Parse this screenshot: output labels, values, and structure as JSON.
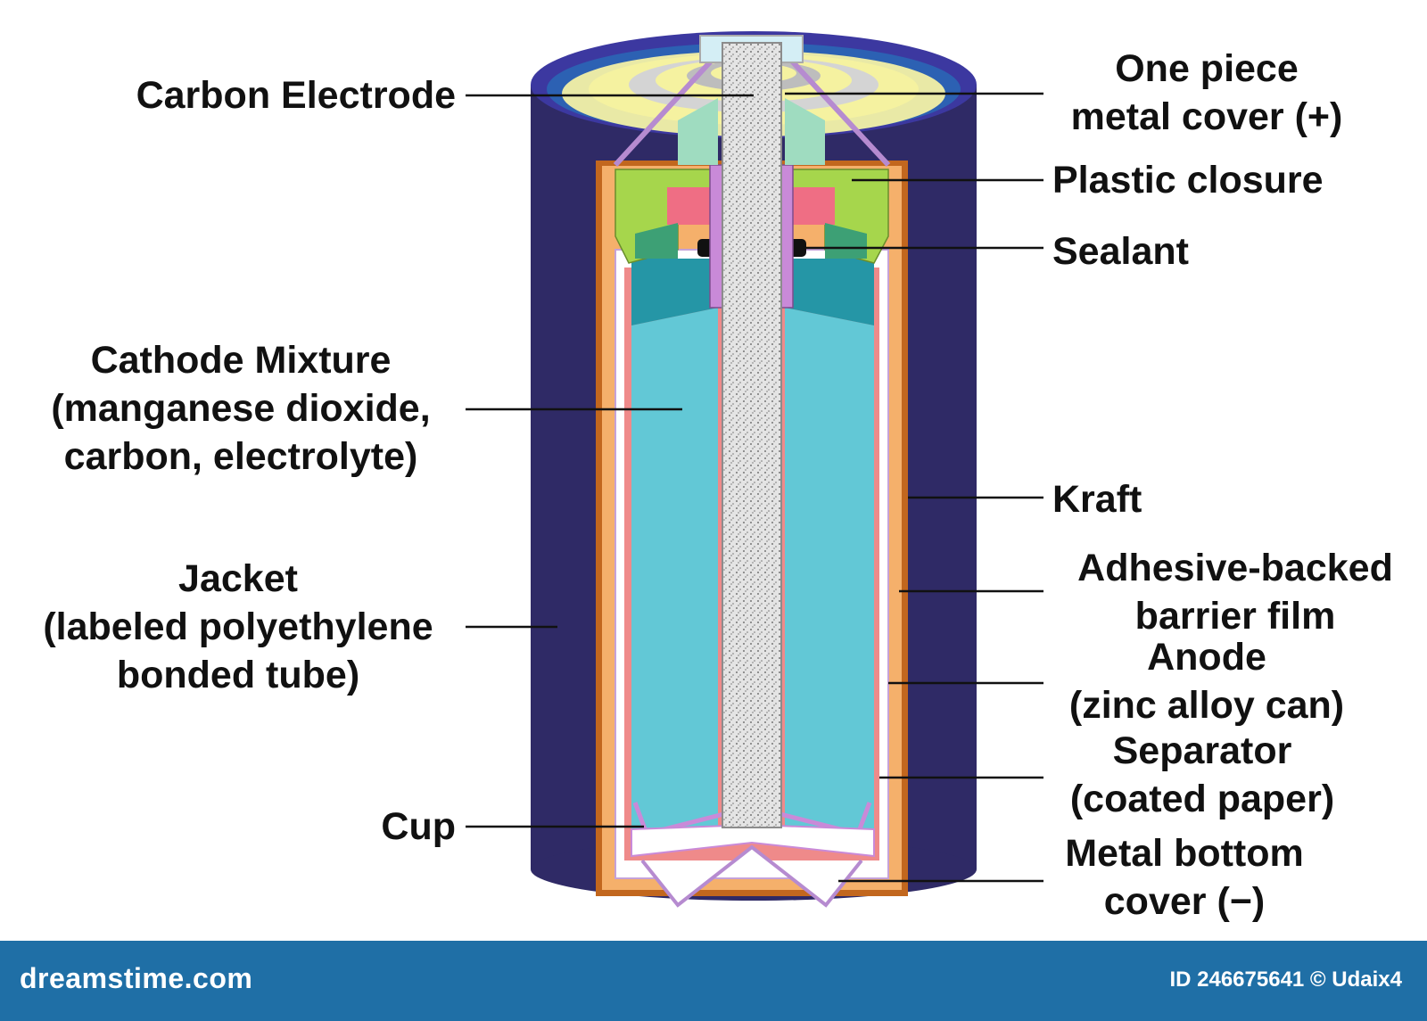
{
  "labels": {
    "carbon_electrode": "Carbon Electrode",
    "metal_cover": [
      "One piece",
      "metal cover (+)"
    ],
    "plastic_closure": "Plastic closure",
    "sealant": "Sealant",
    "cathode": [
      "Cathode Mixture",
      "(manganese dioxide,",
      "carbon, electrolyte)"
    ],
    "kraft": "Kraft",
    "jacket": [
      "Jacket",
      "(labeled polyethylene",
      "bonded tube)"
    ],
    "barrier_film": [
      "Adhesive-backed",
      "barrier film"
    ],
    "anode": [
      "Anode",
      "(zinc alloy can)"
    ],
    "separator": [
      "Separator",
      "(coated paper)"
    ],
    "cup": "Cup",
    "metal_bottom": [
      "Metal bottom",
      "cover (−)"
    ]
  },
  "footer": {
    "brand": "dreamstime.com",
    "image_id": "ID 246675641 © Udaix4"
  },
  "colors": {
    "jacket": "#2f2a66",
    "kraft": "#f5b06b",
    "cathode": "#62c8d6",
    "cathode_top": "#2596a6",
    "electrode": "#e0e0e0",
    "plastic_closure": "#a6d64c",
    "metal_cover": "#f5f2a0",
    "separator": "#ef8a8a",
    "footer": "#1f6fa6"
  }
}
